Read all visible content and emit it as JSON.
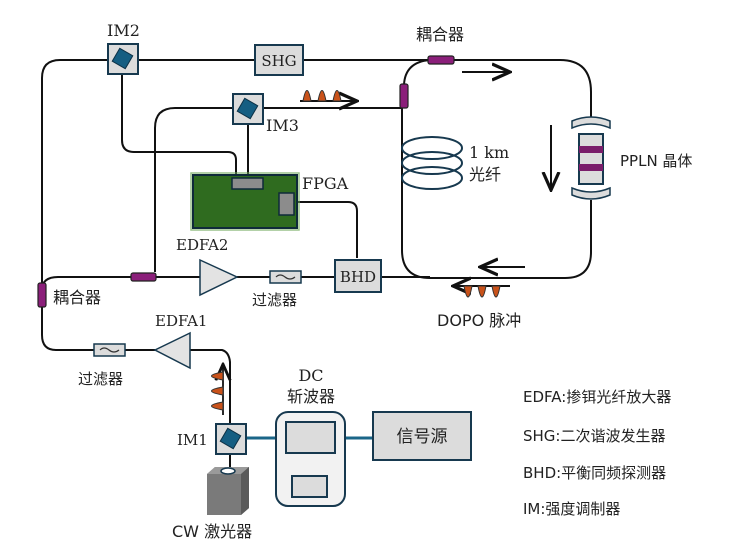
{
  "labels": {
    "im2": "IM2",
    "im3": "IM3",
    "im1": "IM1",
    "shg": "SHG",
    "coupler_top": "耦合器",
    "coupler_left": "耦合器",
    "fiber_length": "1 km",
    "fiber_name": "光纤",
    "ppln": "PPLN 晶体",
    "fpga": "FPGA",
    "edfa2": "EDFA2",
    "edfa1": "EDFA1",
    "filter_1": "过滤器",
    "filter_2": "过滤器",
    "bhd": "BHD",
    "dopo": "DOPO 脉冲",
    "dc_line1": "DC",
    "dc_line2": "斩波器",
    "signal_source": "信号源",
    "cw_laser": "CW 激光器"
  },
  "legend": [
    "EDFA:掺铒光纤放大器",
    "SHG:二次谐波发生器",
    "BHD:平衡同频探测器",
    "IM:强度调制器"
  ],
  "colors": {
    "modulator_box": "#dcdcdc",
    "modulator_diamond": "#155e82",
    "coupler": "#8b1f7a",
    "pulse": "#c9521a",
    "fpga_board": "#2f6b1f",
    "electrical_line": "#1b6688",
    "fiber": "#111111"
  }
}
